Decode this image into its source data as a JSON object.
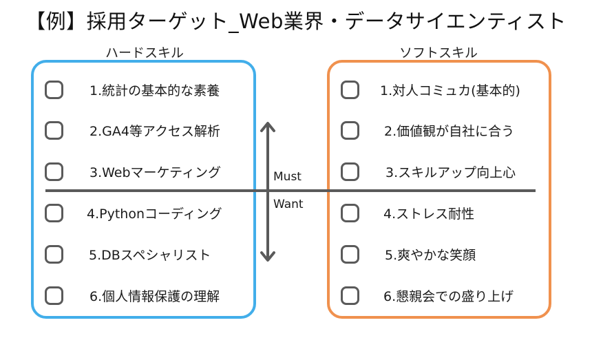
{
  "title": "【例】採用ターゲット_Web業界・データサイエンティスト",
  "colors": {
    "hard_border": "#42AEEA",
    "soft_border": "#F0914E",
    "line": "#5A5A5A"
  },
  "hard_skills": {
    "label": "ハードスキル",
    "items": [
      {
        "label": "1.統計の基本的な素養",
        "checked": false
      },
      {
        "label": "2.GA4等アクセス解析",
        "checked": false
      },
      {
        "label": "3.Webマーケティング",
        "checked": false
      },
      {
        "label": "4.Pythonコーディング",
        "checked": false
      },
      {
        "label": "5.DBスペシャリスト",
        "checked": false
      },
      {
        "label": "6.個人情報保護の理解",
        "checked": false
      }
    ]
  },
  "soft_skills": {
    "label": "ソフトスキル",
    "items": [
      {
        "label": "1.対人コミュカ(基本的)",
        "checked": false
      },
      {
        "label": "2.価値観が自社に合う",
        "checked": false
      },
      {
        "label": "3.スキルアップ向上心",
        "checked": false
      },
      {
        "label": "4.ストレス耐性",
        "checked": false
      },
      {
        "label": "5.爽やかな笑顔",
        "checked": false
      },
      {
        "label": "6.懇親会での盛り上げ",
        "checked": false
      }
    ]
  },
  "axis": {
    "must_label": "Must",
    "want_label": "Want",
    "arrow_icon": "double-headed-vertical-arrow"
  }
}
